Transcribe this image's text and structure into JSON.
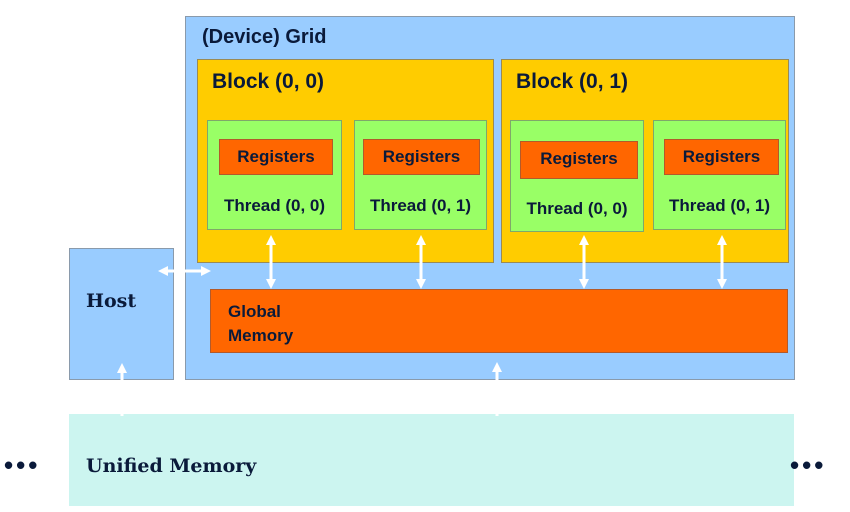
{
  "grid": {
    "title": "(Device) Grid"
  },
  "blocks": [
    {
      "title": "Block (0, 0)",
      "threads": [
        {
          "registers": "Registers",
          "label": "Thread (0, 0)"
        },
        {
          "registers": "Registers",
          "label": "Thread (0, 1)"
        }
      ]
    },
    {
      "title": "Block (0, 1)",
      "threads": [
        {
          "registers": "Registers",
          "label": "Thread (0, 0)"
        },
        {
          "registers": "Registers",
          "label": "Thread (0, 1)"
        }
      ]
    }
  ],
  "global_memory": {
    "line1": "Global",
    "line2": "Memory"
  },
  "host": {
    "label": "Host"
  },
  "unified_memory": {
    "label": "Unified Memory",
    "left_ellipsis": "•••",
    "right_ellipsis": "•••"
  },
  "colors": {
    "grid": "#99ccff",
    "block": "#ffcc00",
    "thread": "#99ff66",
    "memory": "#ff6600",
    "unified_memory": "#ccf5f0",
    "arrow": "#ffffff"
  }
}
